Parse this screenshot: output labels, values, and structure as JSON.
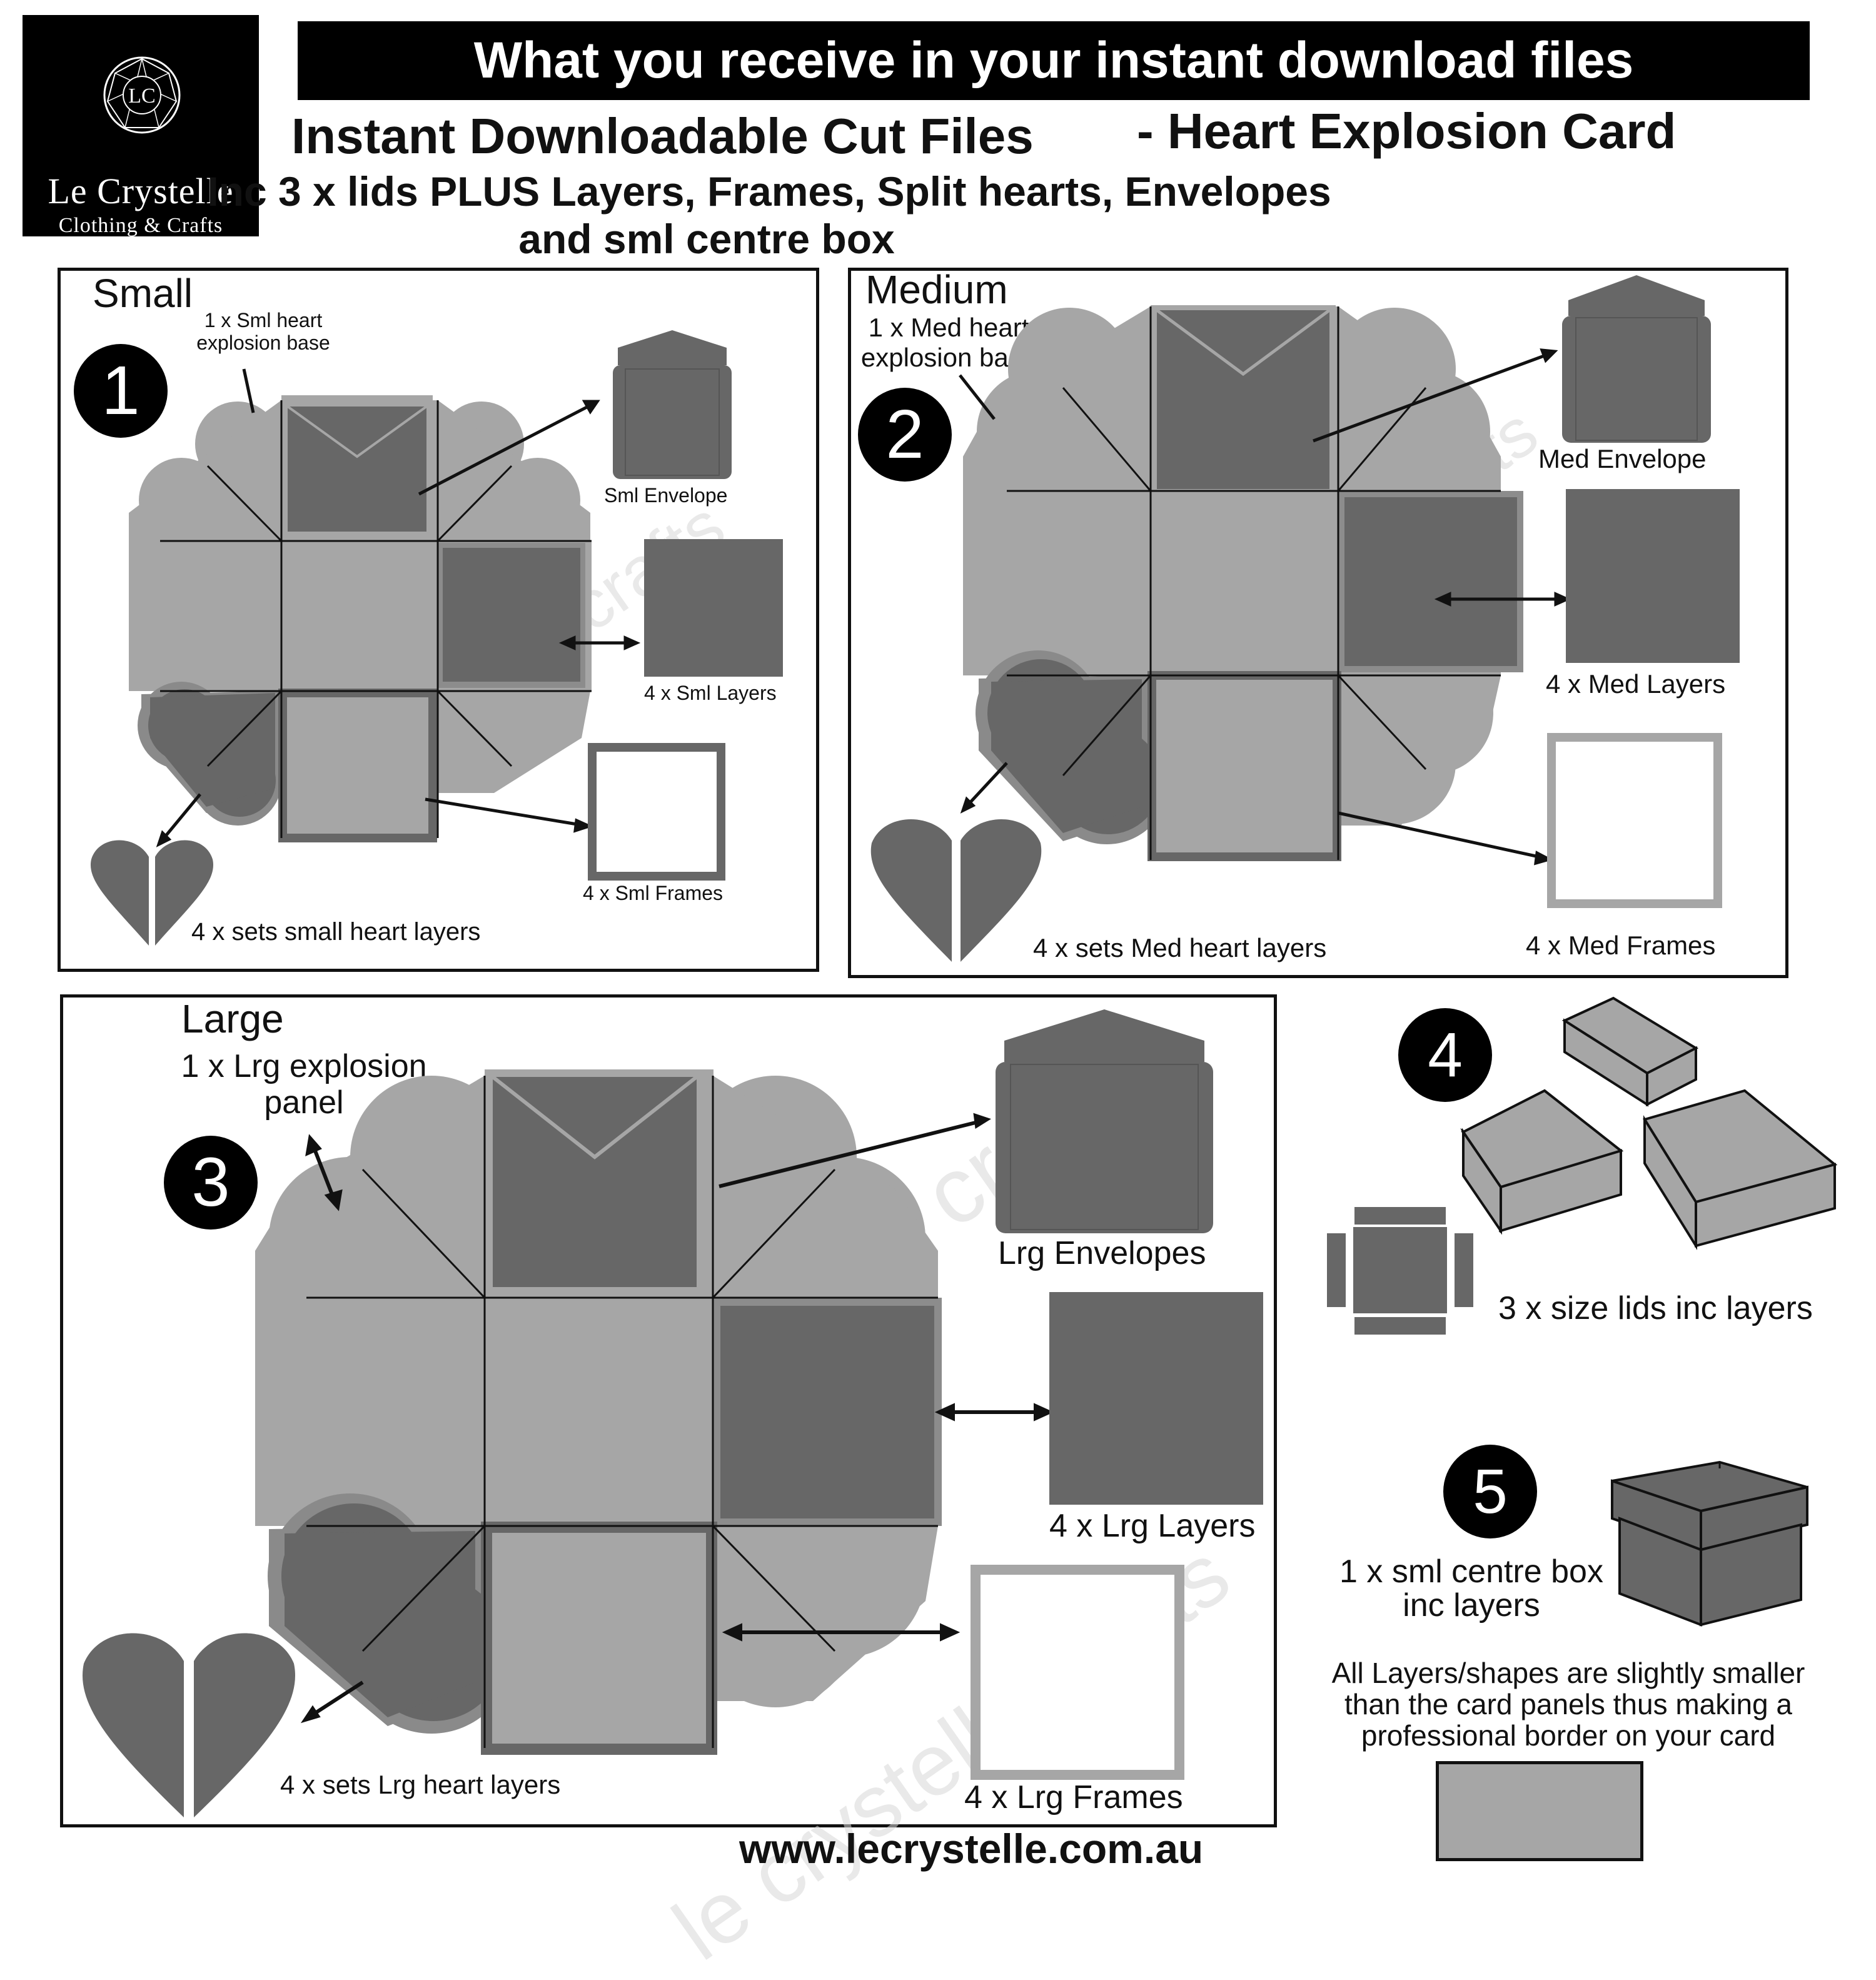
{
  "logo": {
    "monogram": "LC",
    "name": "Le Crystelle",
    "tagline": "Clothing & Crafts"
  },
  "header": {
    "banner": "What you receive in your instant download files",
    "title_part1": "Instant Downloadable Cut Files",
    "title_part2": "- Heart Explosion Card",
    "subtitle_line1": "Inc 3 x lids PLUS Layers, Frames, Split hearts, Envelopes",
    "subtitle_line2": "and sml centre box"
  },
  "small": {
    "title": "Small",
    "number": "1",
    "base_label": "1 x Sml heart\nexplosion base",
    "envelope": "Sml Envelope",
    "layers": "4 x Sml Layers",
    "frames": "4 x Sml Frames",
    "hearts": "4 x sets small heart layers"
  },
  "medium": {
    "title": "Medium",
    "number": "2",
    "base_label": "1 x Med heart\nexplosion base",
    "envelope": "Med Envelope",
    "layers": "4 x Med Layers",
    "frames": "4 x Med Frames",
    "hearts": "4 x sets Med heart layers"
  },
  "large": {
    "title": "Large",
    "number": "3",
    "base_label": "1 x Lrg explosion\npanel",
    "envelope": "Lrg Envelopes",
    "layers": "4 x Lrg Layers",
    "frames": "4 x Lrg Frames",
    "hearts": "4 x sets Lrg heart layers"
  },
  "lids": {
    "number": "4",
    "label": "3 x size lids inc layers"
  },
  "centre_box": {
    "number": "5",
    "label": "1 x sml centre box\ninc layers"
  },
  "note": "All Layers/shapes are slightly smaller\nthan the card panels thus making a\nprofessional border on your card",
  "website": "www.lecrystelle.com.au",
  "watermark": "le crystelle crafts",
  "colors": {
    "light": "#a6a6a6",
    "dark": "#676767",
    "line": "#111111"
  }
}
